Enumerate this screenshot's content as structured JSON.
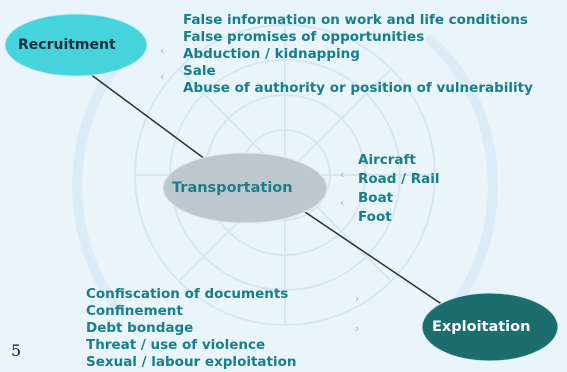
{
  "nodes": {
    "recruitment": {
      "label": "Recruitment"
    },
    "transportation": {
      "label": "Transportation"
    },
    "exploitation": {
      "label": "Exploitation"
    }
  },
  "recruitment_items": [
    "False information on work and life conditions",
    "False promises of opportunities",
    "Abduction / kidnapping",
    "Sale",
    "Abuse of authority or position of vulnerability"
  ],
  "transportation_items": [
    "Aircraft",
    "Road / Rail",
    "Boat",
    "Foot"
  ],
  "exploitation_items": [
    "Confiscation of documents",
    "Confinement",
    "Debt bondage",
    "Threat / use of violence",
    "Sexual / labour exploitation"
  ],
  "slide_number": "5",
  "colors": {
    "text_teal": "#177e8a",
    "recruitment_fill": "#46d4dc",
    "transportation_fill": "#bcc8ce",
    "exploitation_fill": "#1c6d6e",
    "background": "#e9f4fb"
  }
}
